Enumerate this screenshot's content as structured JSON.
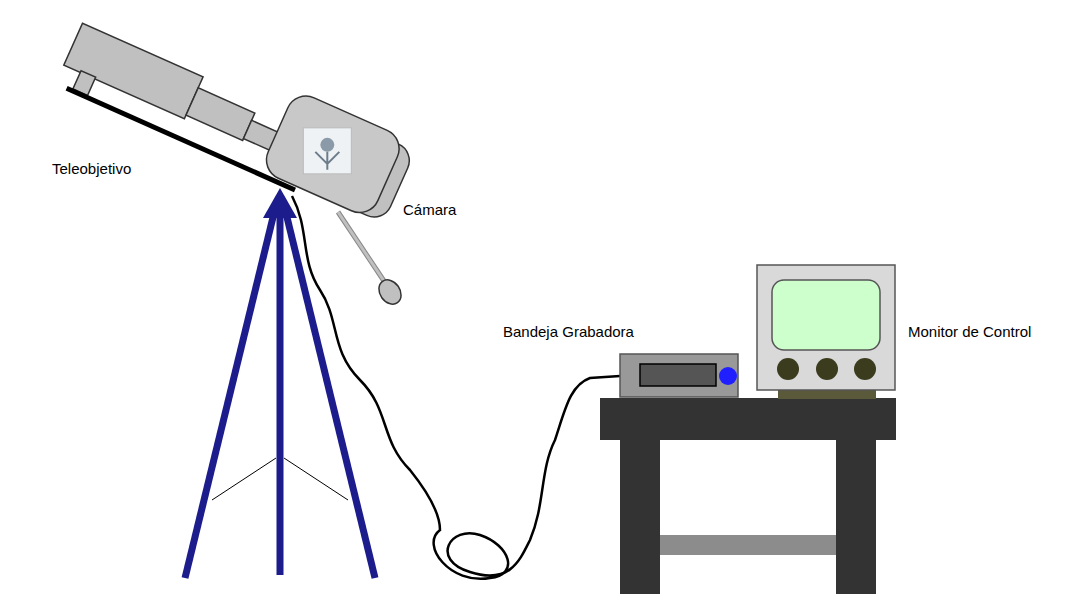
{
  "diagram": {
    "labels": [
      "Teleobjetivo",
      "Cámara",
      "Bandeja Grabadora",
      "Monitor de Control"
    ]
  }
}
